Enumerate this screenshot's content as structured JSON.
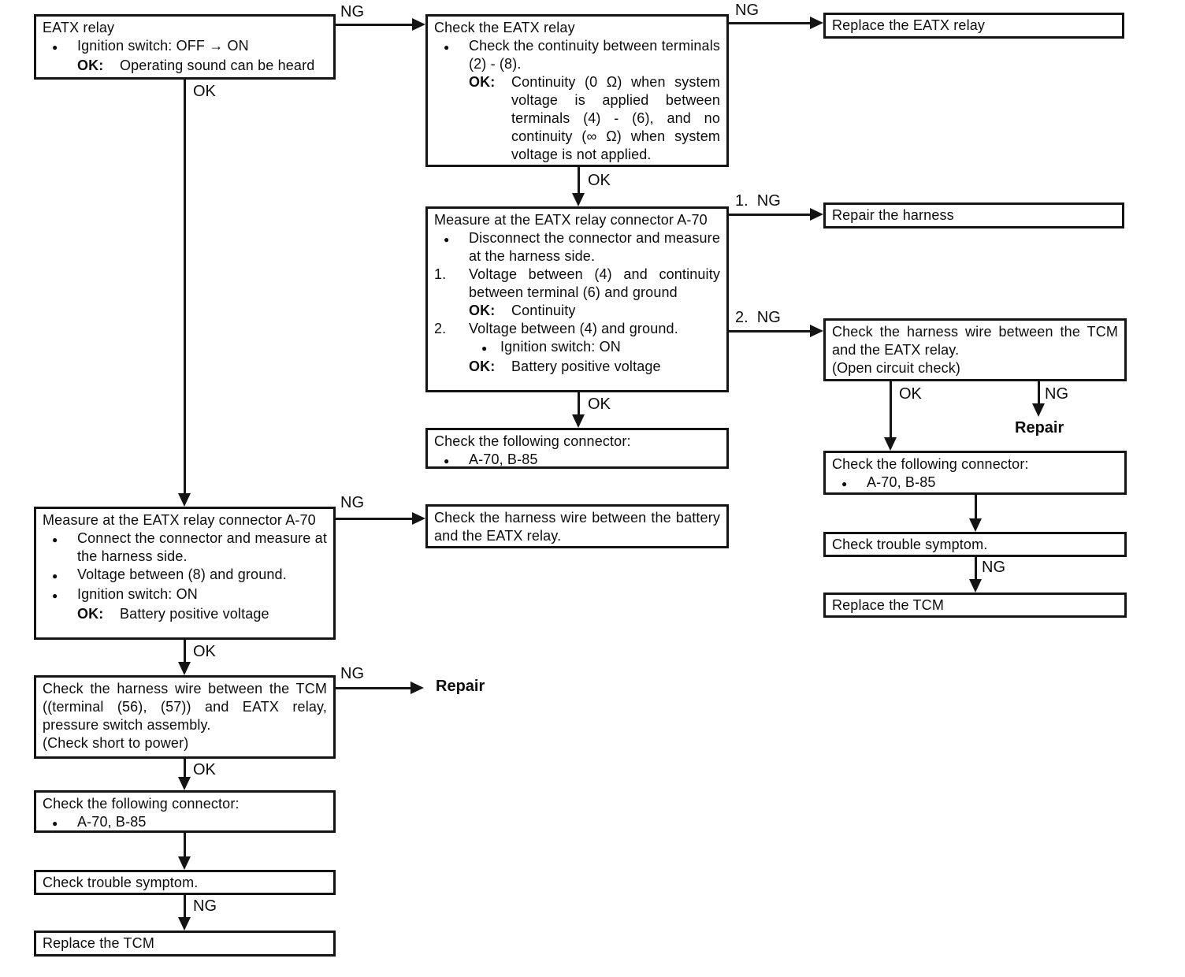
{
  "colors": {
    "ink": "#141414",
    "paper": "#ffffff"
  },
  "labels": {
    "ng": "NG",
    "ok": "OK",
    "ng1": "1.  NG",
    "ng2": "2.  NG",
    "repair": "Repair",
    "bullet": "●"
  },
  "boxes": {
    "eatx_relay": {
      "title": "EATX relay",
      "b1": "Ignition switch: OFF → ON",
      "ok_k": "OK:",
      "ok_v": "Operating sound can be heard"
    },
    "check_eatx_relay": {
      "title": "Check the EATX relay",
      "b1": "Check the continuity between terminals (2) - (8).",
      "ok_k": "OK:",
      "ok_v": "Continuity (0 Ω) when system voltage is applied between terminals (4) - (6), and no continuity (∞ Ω) when system voltage is not applied."
    },
    "replace_eatx_relay": {
      "title": "Replace the EATX relay"
    },
    "measure_disconnect": {
      "title": "Measure at the EATX relay connector A-70",
      "b1": "Disconnect the connector and measure at the harness side.",
      "n1_no": "1.",
      "n1_text": "Voltage between (4) and continuity between terminal (6) and ground",
      "n1_ok_k": "OK:",
      "n1_ok_v": "Continuity",
      "n2_no": "2.",
      "n2_text": "Voltage between (4) and ground.",
      "n2_b1": "Ignition switch: ON",
      "n2_ok_k": "OK:",
      "n2_ok_v": "Battery positive voltage"
    },
    "repair_harness": {
      "title": "Repair the harness"
    },
    "check_harness_tcm": {
      "line1": "Check the harness wire between the TCM and the EATX relay.",
      "line2": "(Open circuit check)"
    },
    "check_connector_mid": {
      "title": "Check the following connector:",
      "b1": "A-70, B-85"
    },
    "check_connector_right": {
      "title": "Check the following connector:",
      "b1": "A-70, B-85"
    },
    "check_trouble_right": {
      "title": "Check trouble symptom."
    },
    "replace_tcm_right": {
      "title": "Replace the TCM"
    },
    "measure_connect": {
      "title": "Measure at the EATX relay connector A-70",
      "b1": "Connect the connector and measure at the harness side.",
      "b2": "Voltage between (8) and ground.",
      "b3": "Ignition switch: ON",
      "ok_k": "OK:",
      "ok_v": "Battery positive voltage"
    },
    "check_harness_battery": {
      "line1": "Check the harness wire between the battery and the EATX relay."
    },
    "check_harness_tcm_power": {
      "line1": "Check the harness wire between the TCM ((terminal (56), (57)) and EATX relay, pressure switch assembly.",
      "line2": "(Check short to power)"
    },
    "check_connector_left": {
      "title": "Check the following connector:",
      "b1": "A-70, B-85"
    },
    "check_trouble_left": {
      "title": "Check trouble symptom."
    },
    "replace_tcm_left": {
      "title": "Replace the TCM"
    }
  }
}
